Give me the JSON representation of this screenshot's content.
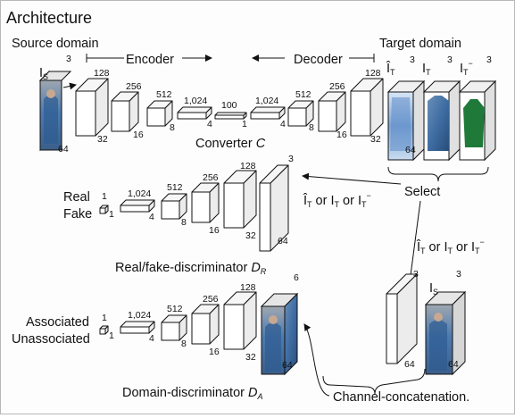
{
  "title": "Architecture",
  "labels": {
    "source_domain": "Source domain",
    "encoder": "Encoder",
    "decoder": "Decoder",
    "target_domain": "Target domain",
    "converter": "Converter C",
    "select": "Select",
    "real": "Real",
    "fake": "Fake",
    "rf_disc": "Real/fake-discriminator D_R",
    "associated": "Associated",
    "unassociated": "Unassociated",
    "domain_disc": "Domain-discriminator D_A",
    "channel_concat": "Channel-concatenation.",
    "choice_a": "Î_T or I_T or I_T⁻",
    "choice_b": "Î_T or I_T or I_T⁻"
  },
  "images": {
    "source": "I_S",
    "target_hat": "Î_T",
    "target": "I_T",
    "target_neg": "I_T⁻",
    "concat_source": "I_S"
  },
  "dims": {
    "src_depth": "3",
    "src_side": "64",
    "enc": [
      "128",
      "32",
      "256",
      "16",
      "512",
      "8",
      "1,024",
      "4",
      "100",
      "1"
    ],
    "dec": [
      "1,024",
      "4",
      "512",
      "8",
      "256",
      "16",
      "128",
      "32"
    ],
    "tgt_depth": [
      "3",
      "3",
      "3"
    ],
    "tgt_side": "64",
    "rf": [
      "3",
      "64",
      "128",
      "32",
      "256",
      "16",
      "512",
      "8",
      "1,024",
      "4",
      "1",
      "1"
    ],
    "dd": [
      "6",
      "64",
      "128",
      "32",
      "256",
      "16",
      "512",
      "8",
      "1,024",
      "4",
      "1",
      "1"
    ],
    "cc": [
      "3",
      "64",
      "3",
      "64"
    ]
  }
}
